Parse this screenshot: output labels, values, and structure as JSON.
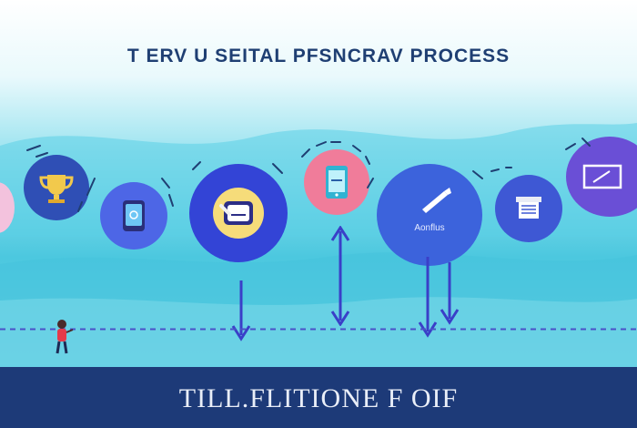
{
  "header": {
    "title": "T ERV U SEITAL PFSNCRAV PROCESS"
  },
  "stages": [
    {
      "id": "stage-1",
      "icon": "trophy-icon",
      "caption": ""
    },
    {
      "id": "stage-2",
      "icon": "tablet-icon",
      "caption": ""
    },
    {
      "id": "stage-3",
      "icon": "chat-icon",
      "caption": ""
    },
    {
      "id": "stage-4",
      "icon": "mobile-phone-icon",
      "caption": ""
    },
    {
      "id": "stage-5",
      "icon": "pencil-icon",
      "caption": "Aonflus"
    },
    {
      "id": "stage-6",
      "icon": "document-icon",
      "caption": ""
    },
    {
      "id": "stage-7",
      "icon": "whiteboard-icon",
      "caption": ""
    }
  ],
  "footer": {
    "title": "TILL.FLITIONE F OIF"
  },
  "colors": {
    "background_sky": "#48c9e0",
    "headline": "#1f3f73",
    "footer_bar": "#1d3a78",
    "bubble_blue": "#3d55d8",
    "bubble_purple": "#6a4fd6",
    "bubble_pink": "#f07c9a",
    "arrow": "#3a3fc8"
  }
}
